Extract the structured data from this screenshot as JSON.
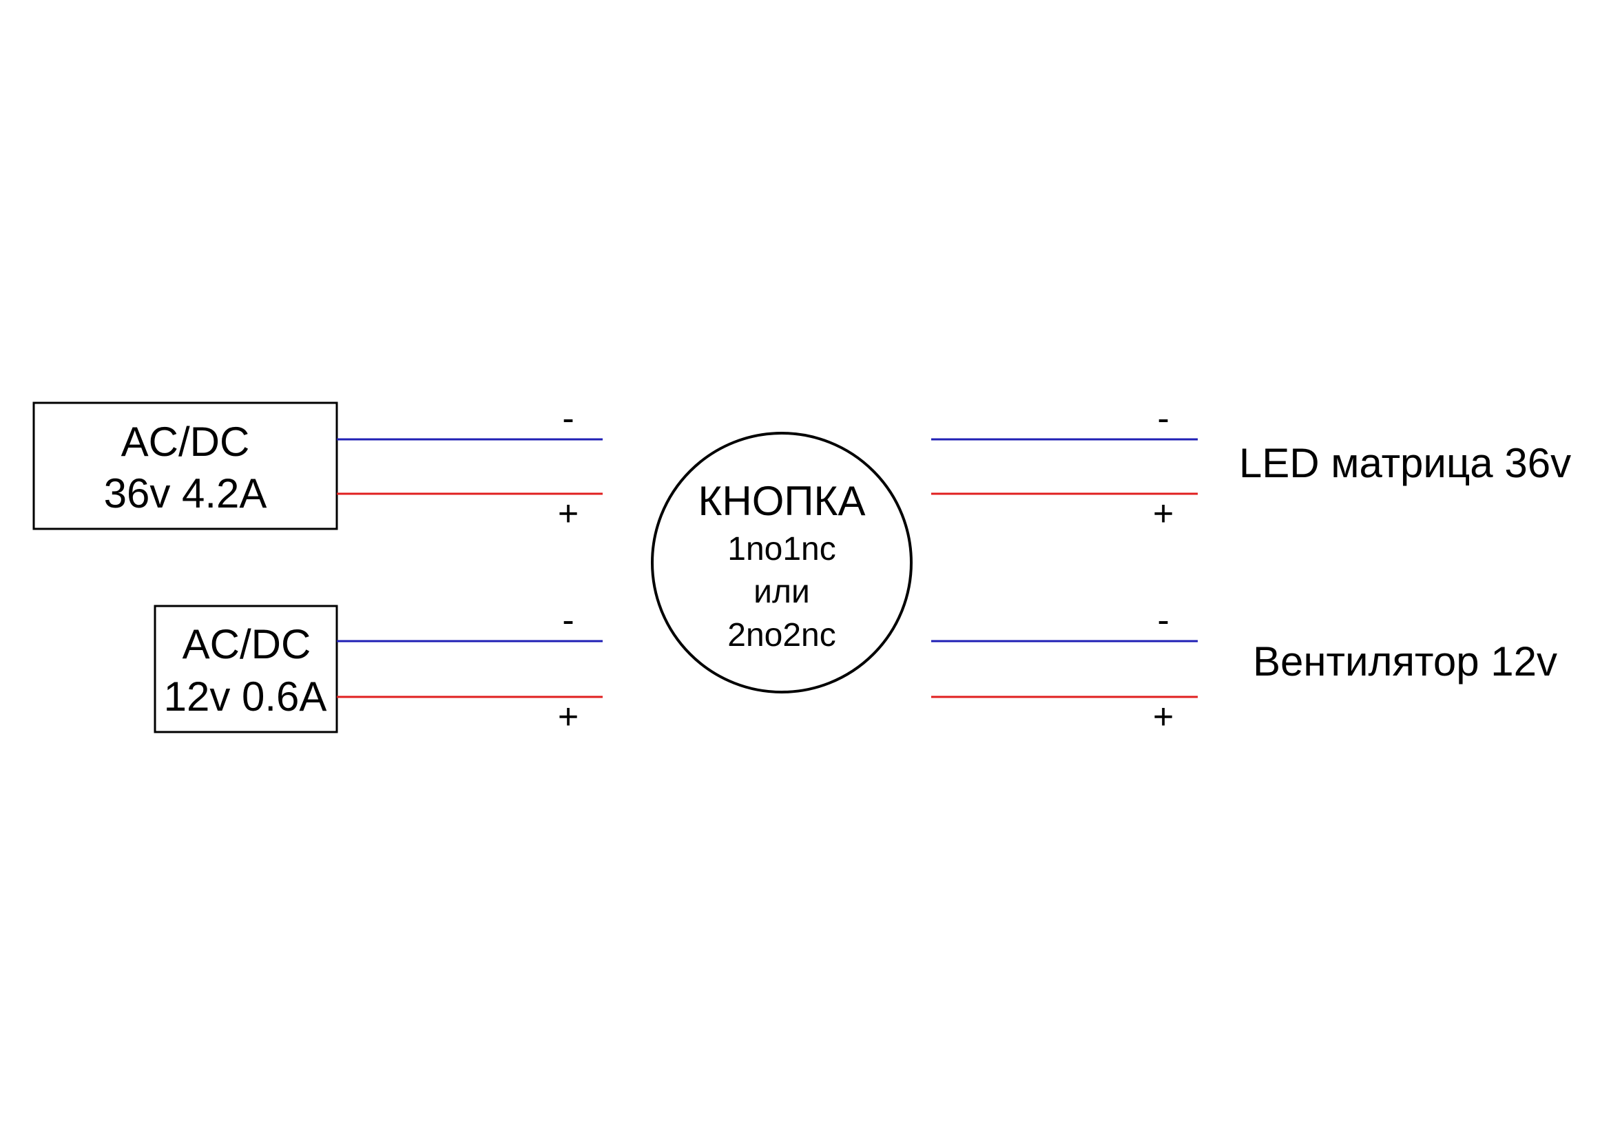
{
  "colors": {
    "negative_wire": "#1f1fb4",
    "positive_wire": "#e01f1f",
    "outline": "#000000",
    "background": "#ffffff"
  },
  "psu_36v": {
    "line1": "AC/DC",
    "line2": "36v 4.2A"
  },
  "psu_12v": {
    "line1": "AC/DC",
    "line2": "12v 0.6A"
  },
  "button": {
    "title": "КНОПКА",
    "line1": "1no1nc",
    "line2": "или",
    "line3": "2no2nc"
  },
  "loads": {
    "led": "LED матрица 36v",
    "fan": "Вентилятор 12v"
  },
  "polarity": {
    "minus": "-",
    "plus": "+"
  }
}
